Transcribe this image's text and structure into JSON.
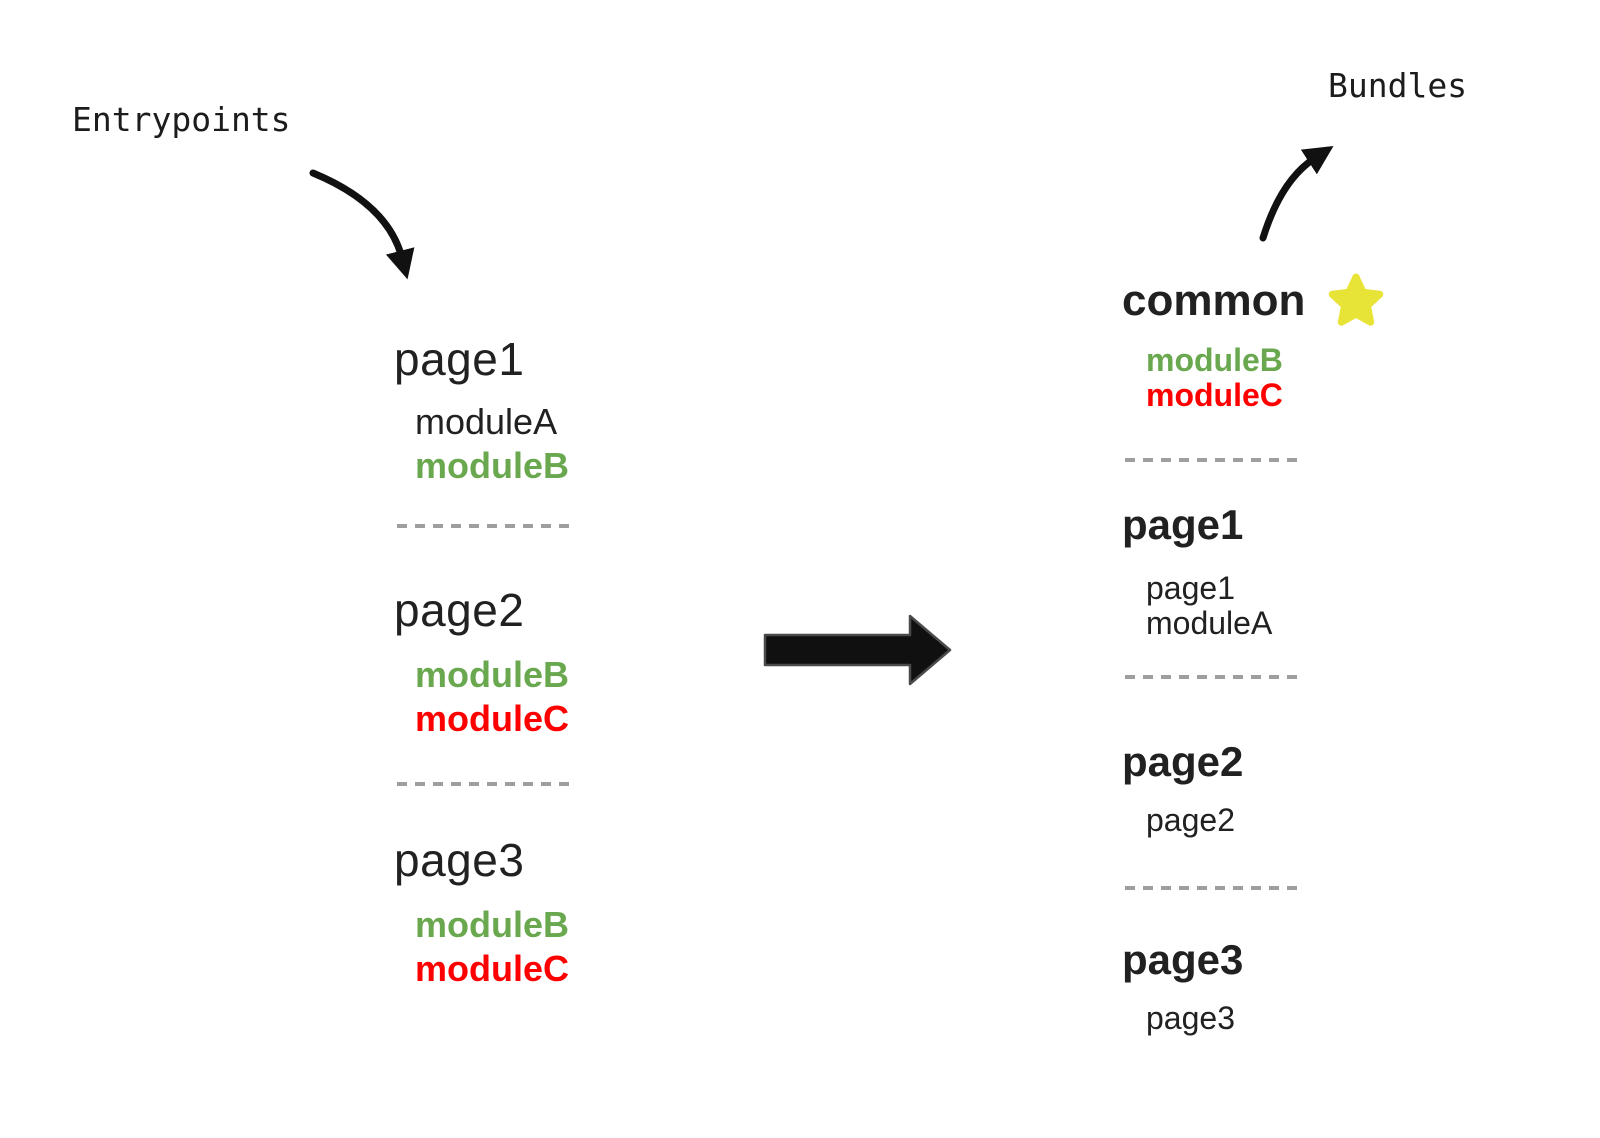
{
  "labels": {
    "entrypoints": "Entrypoints",
    "bundles": "Bundles"
  },
  "colors": {
    "green": "#6aa84f",
    "red": "#ff0000",
    "star": "#e8e337",
    "dash": "#9e9e9e",
    "text": "#212121",
    "arrow": "#111111"
  },
  "entrypoints": [
    {
      "name": "page1",
      "modules": [
        {
          "label": "moduleA",
          "color": "black"
        },
        {
          "label": "moduleB",
          "color": "green"
        }
      ]
    },
    {
      "name": "page2",
      "modules": [
        {
          "label": "moduleB",
          "color": "green"
        },
        {
          "label": "moduleC",
          "color": "red"
        }
      ]
    },
    {
      "name": "page3",
      "modules": [
        {
          "label": "moduleB",
          "color": "green"
        },
        {
          "label": "moduleC",
          "color": "red"
        }
      ]
    }
  ],
  "bundles": [
    {
      "name": "common",
      "starred": true,
      "modules": [
        {
          "label": "moduleB",
          "color": "green"
        },
        {
          "label": "moduleC",
          "color": "red"
        }
      ]
    },
    {
      "name": "page1",
      "starred": false,
      "modules": [
        {
          "label": "page1",
          "color": "black"
        },
        {
          "label": "moduleA",
          "color": "black"
        }
      ]
    },
    {
      "name": "page2",
      "starred": false,
      "modules": [
        {
          "label": "page2",
          "color": "black"
        }
      ]
    },
    {
      "name": "page3",
      "starred": false,
      "modules": [
        {
          "label": "page3",
          "color": "black"
        }
      ]
    }
  ]
}
